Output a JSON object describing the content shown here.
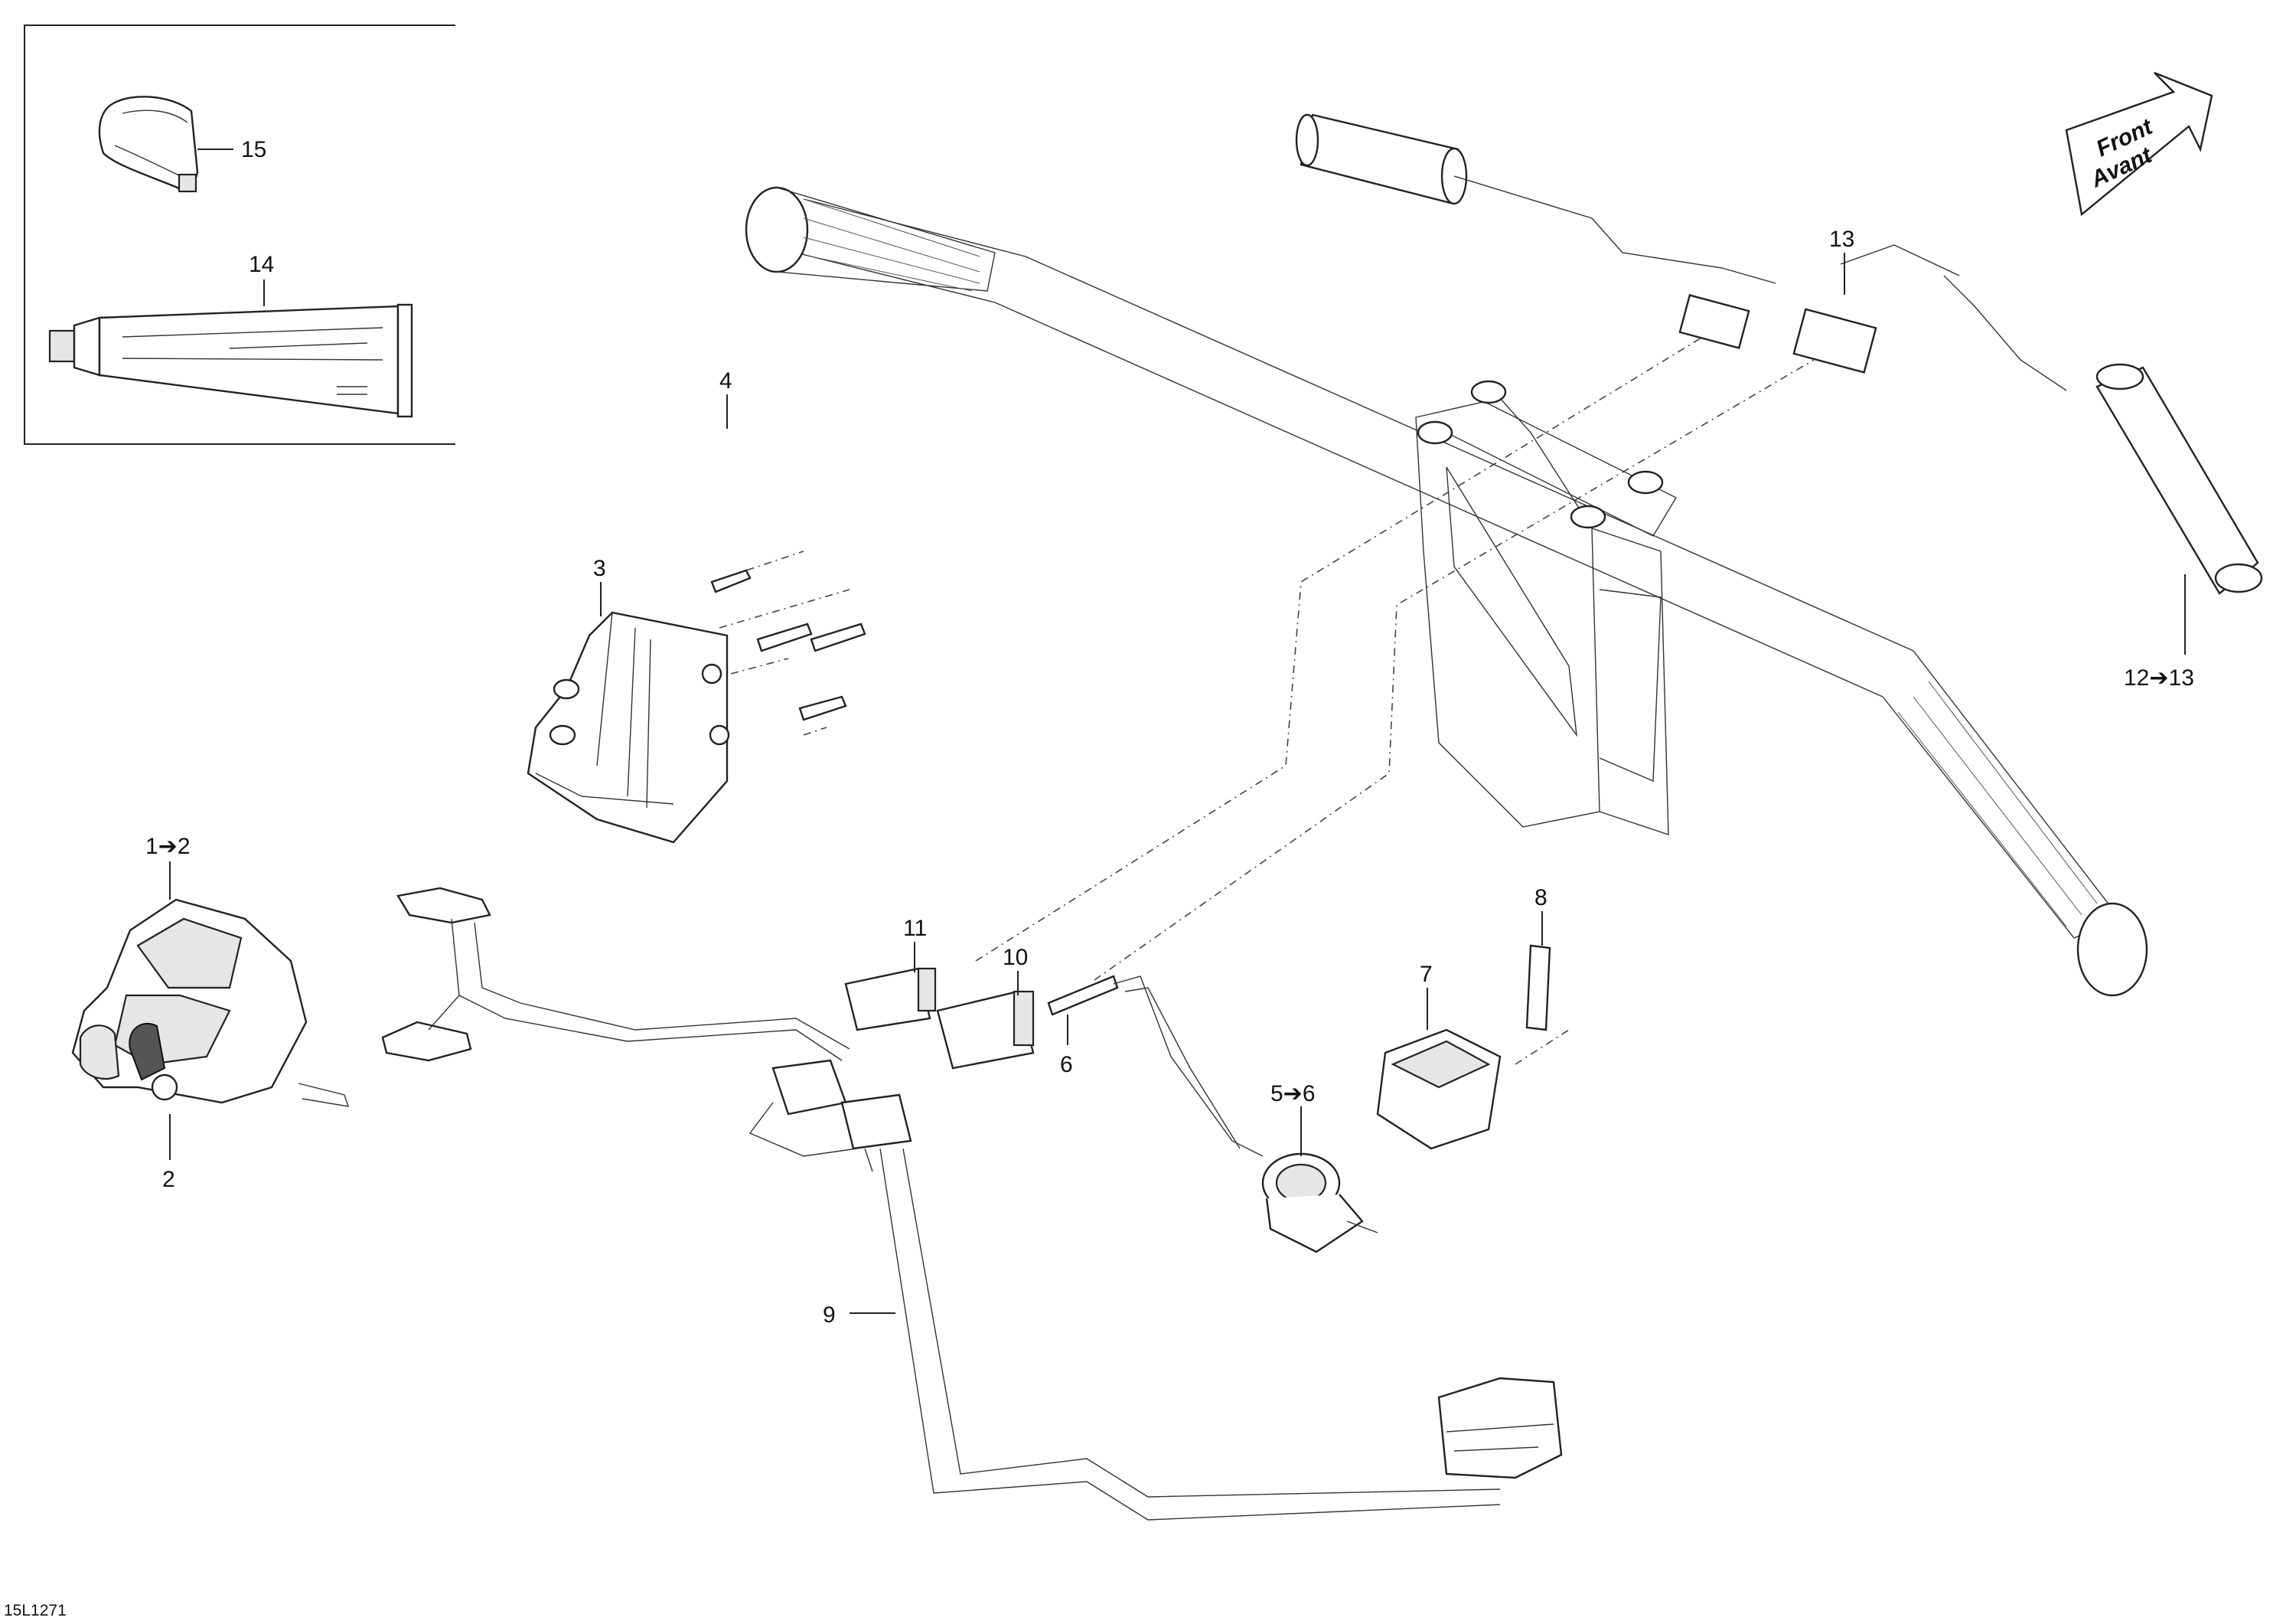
{
  "figure_id": "15L1271",
  "direction_arrow": {
    "line1": "Front",
    "line2": "Avant"
  },
  "callouts": {
    "c1": "1➔2",
    "c2": "2",
    "c3": "3",
    "c4": "4",
    "c5": "5➔6",
    "c6": "6",
    "c7": "7",
    "c8": "8",
    "c9": "9",
    "c10": "10",
    "c11": "11",
    "c12": "12➔13",
    "c13": "13",
    "c14": "14",
    "c15": "15"
  }
}
